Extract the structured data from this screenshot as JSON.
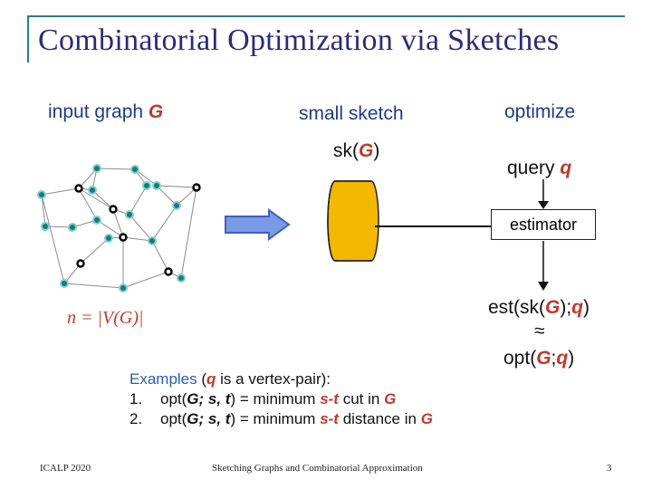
{
  "slide": {
    "title": "Combinatorial Optimization via Sketches",
    "input_graph": {
      "label": "input graph ",
      "var": "G"
    },
    "n_formula": "n = |V(G)|",
    "small_sketch": {
      "label": "small sketch",
      "sk_prefix": "sk(",
      "sk_var": "G",
      "sk_suffix": ")"
    },
    "optimize": {
      "label": "optimize",
      "query_prefix": "query ",
      "query_var": "q",
      "estimator": "estimator",
      "est_a": "est(sk(",
      "est_g": "G",
      "est_b": ");",
      "est_q": "q",
      "est_c": ")",
      "approx": "≈",
      "opt_a": "opt(",
      "opt_g": "G",
      "opt_b": ";",
      "opt_q": "q",
      "opt_c": ")"
    },
    "examples": {
      "head": "Examples",
      "head_rest_a": " (",
      "head_q": "q",
      "head_rest_b": " is a vertex-pair):",
      "items": [
        {
          "num": "1.",
          "pre": "opt(",
          "args": "G; s, t",
          "mid": ") = minimum ",
          "st": "s-t",
          "post": " cut in ",
          "g": "G"
        },
        {
          "num": "2.",
          "pre": "opt(",
          "args": "G; s, t",
          "mid": ") = minimum ",
          "st": "s-t",
          "post": " distance in ",
          "g": "G"
        }
      ]
    },
    "footer": {
      "left": "ICALP 2020",
      "center": "Sketching Graphs and Combinatorial Approximation",
      "page": "3"
    },
    "colors": {
      "title": "#2b2b7a",
      "accent_red": "#c0392b",
      "cylinder": "#f5b800",
      "teal_node": "#1a7a7a",
      "arrow_blue": "#4a6fc7"
    }
  }
}
